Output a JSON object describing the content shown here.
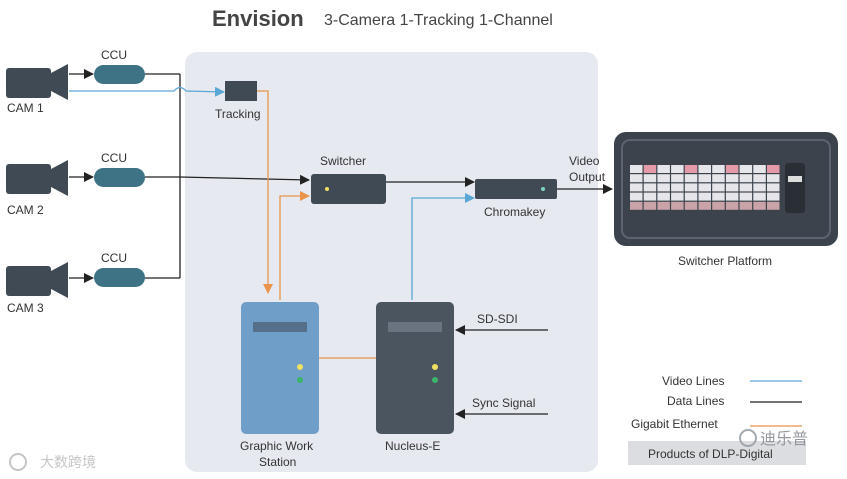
{
  "title": {
    "main": "Envision",
    "sub": "3-Camera  1-Tracking  1-Channel"
  },
  "cameras": [
    {
      "label": "CAM 1",
      "ccu": "CCU"
    },
    {
      "label": "CAM 2",
      "ccu": "CCU"
    },
    {
      "label": "CAM 3",
      "ccu": "CCU"
    }
  ],
  "devices": {
    "tracking": "Tracking",
    "switcher": "Switcher",
    "chromakey": "Chromakey",
    "video_output_line1": "Video",
    "video_output_line2": "Output",
    "switcher_platform": "Switcher Platform",
    "graphic_ws_line1": "Graphic Work",
    "graphic_ws_line2": "Station",
    "nucleus": "Nucleus-E",
    "sd_sdi": "SD-SDI",
    "sync_signal": "Sync Signal"
  },
  "legend": {
    "video_lines": "Video Lines",
    "data_lines": "Data Lines",
    "gigabit": "Gigabit  Ethernet",
    "products": "Products of DLP-Digital"
  },
  "watermarks": {
    "left": "大数跨境",
    "right": "迪乐普"
  },
  "colors": {
    "video": "#5aa7d6",
    "data": "#222222",
    "gigabit": "#e8944a",
    "ccu": "#3e7386",
    "panel_bg": "#e6e9f0",
    "nucleus": "#4a5560",
    "graphic_ws": "#6f9ec9"
  }
}
